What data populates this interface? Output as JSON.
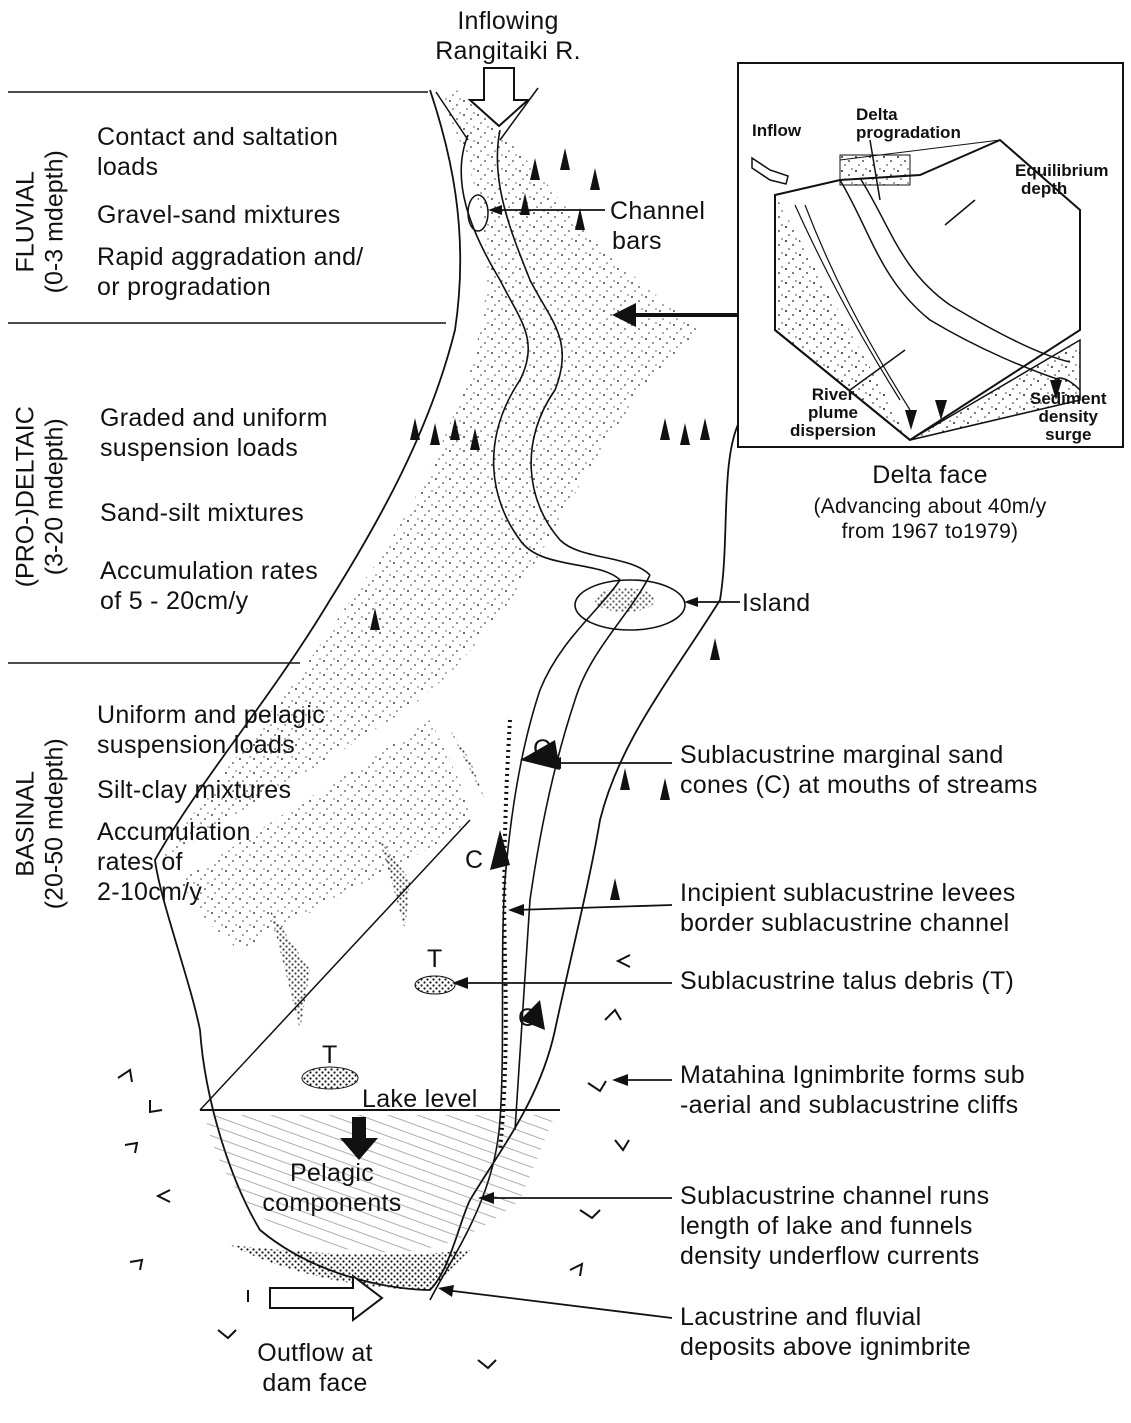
{
  "inflow_title": [
    "Inflowing",
    "Rangitaiki R."
  ],
  "zones": [
    {
      "name": "FLUVIAL",
      "depth": "(0-3 mdepth)"
    },
    {
      "name": "(PRO-)DELTAIC",
      "depth": "(3-20 mdepth)"
    },
    {
      "name": "BASINAL",
      "depth": "(20-50 mdepth)"
    }
  ],
  "fluvial": {
    "loads": [
      "Contact and saltation",
      "loads"
    ],
    "mix": "Gravel-sand mixtures",
    "rate": [
      "Rapid aggradation and/",
      "or progradation"
    ]
  },
  "deltaic": {
    "loads": [
      "Graded and uniform",
      "suspension loads"
    ],
    "mix": "Sand-silt mixtures",
    "rate": [
      "Accumulation rates",
      "of 5 - 20cm/y"
    ]
  },
  "basinal": {
    "loads": [
      "Uniform and pelagic",
      "suspension loads"
    ],
    "mix": "Silt-clay mixtures",
    "rate": [
      "Accumulation",
      "rates of",
      "2-10cm/y"
    ]
  },
  "map_labels": {
    "channel_bars": [
      "Channel",
      "bars"
    ],
    "island": "Island",
    "lake_level": "Lake level",
    "pelagic": [
      "Pelagic",
      "components"
    ],
    "outflow": [
      "Outflow at",
      "dam face"
    ],
    "c": "C",
    "t": "T"
  },
  "inset": {
    "inflow": "Inflow",
    "delta_progradation": [
      "Delta",
      "progradation"
    ],
    "equilibrium_depth": [
      "Equilibrium",
      "depth"
    ],
    "river_plume": [
      "River",
      "plume",
      "dispersion"
    ],
    "sediment_surge": [
      "Sediment",
      "density",
      "surge"
    ],
    "caption": "Delta face",
    "caption_sub": [
      "(Advancing about 40m/y",
      "from 1967 to1979)"
    ]
  },
  "right_labels": [
    [
      "Sublacustrine marginal sand",
      "cones (C) at mouths of streams"
    ],
    [
      "Incipient sublacustrine levees",
      "border sublacustrine channel"
    ],
    [
      "Sublacustrine talus debris (T)"
    ],
    [
      "Matahina Ignimbrite forms sub",
      "-aerial and sublacustrine cliffs"
    ],
    [
      "Sublacustrine channel runs",
      "length of lake and funnels",
      "density underflow currents"
    ],
    [
      "Lacustrine and fluvial",
      "deposits above ignimbrite"
    ]
  ]
}
